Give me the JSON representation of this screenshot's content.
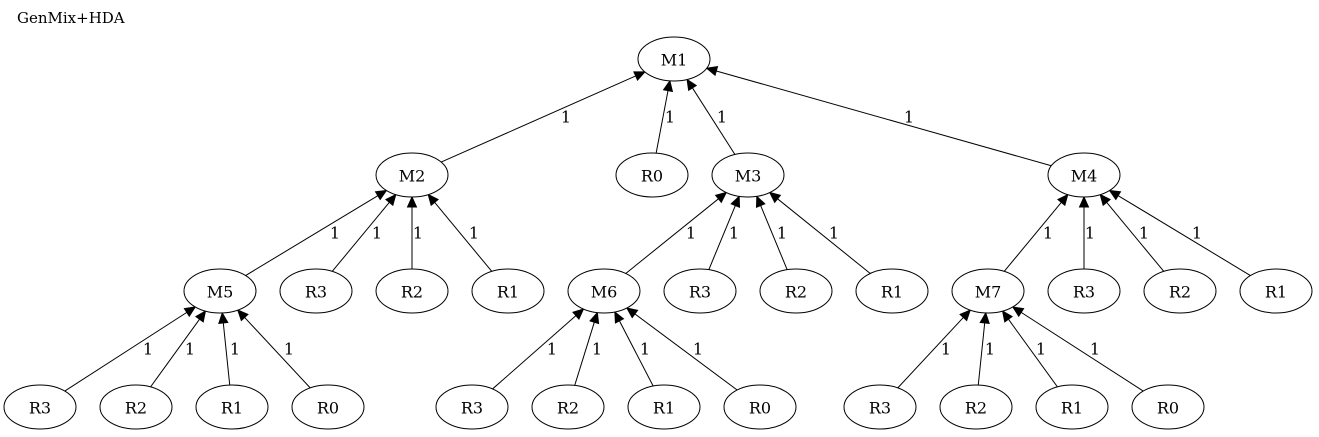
{
  "title": "GenMix+HDA",
  "nodes": [
    {
      "id": "m1",
      "label": "M1"
    },
    {
      "id": "m2",
      "label": "M2"
    },
    {
      "id": "r0_m1",
      "label": "R0"
    },
    {
      "id": "m3",
      "label": "M3"
    },
    {
      "id": "m4",
      "label": "M4"
    },
    {
      "id": "m5",
      "label": "M5"
    },
    {
      "id": "r3_m2",
      "label": "R3"
    },
    {
      "id": "r2_m2",
      "label": "R2"
    },
    {
      "id": "r1_m2",
      "label": "R1"
    },
    {
      "id": "m6",
      "label": "M6"
    },
    {
      "id": "r3_m3",
      "label": "R3"
    },
    {
      "id": "r2_m3",
      "label": "R2"
    },
    {
      "id": "r1_m3",
      "label": "R1"
    },
    {
      "id": "m7",
      "label": "M7"
    },
    {
      "id": "r3_m4",
      "label": "R3"
    },
    {
      "id": "r2_m4",
      "label": "R2"
    },
    {
      "id": "r1_m4",
      "label": "R1"
    },
    {
      "id": "r3_m5",
      "label": "R3"
    },
    {
      "id": "r2_m5",
      "label": "R2"
    },
    {
      "id": "r1_m5",
      "label": "R1"
    },
    {
      "id": "r0_m5",
      "label": "R0"
    },
    {
      "id": "r3_m6",
      "label": "R3"
    },
    {
      "id": "r2_m6",
      "label": "R2"
    },
    {
      "id": "r1_m6",
      "label": "R1"
    },
    {
      "id": "r0_m6",
      "label": "R0"
    },
    {
      "id": "r3_m7",
      "label": "R3"
    },
    {
      "id": "r2_m7",
      "label": "R2"
    },
    {
      "id": "r1_m7",
      "label": "R1"
    },
    {
      "id": "r0_m7",
      "label": "R0"
    }
  ],
  "edges": [
    {
      "from": "m2",
      "to": "m1",
      "label": "1"
    },
    {
      "from": "r0_m1",
      "to": "m1",
      "label": "1"
    },
    {
      "from": "m3",
      "to": "m1",
      "label": "1"
    },
    {
      "from": "m4",
      "to": "m1",
      "label": "1"
    },
    {
      "from": "m5",
      "to": "m2",
      "label": "1"
    },
    {
      "from": "r3_m2",
      "to": "m2",
      "label": "1"
    },
    {
      "from": "r2_m2",
      "to": "m2",
      "label": "1"
    },
    {
      "from": "r1_m2",
      "to": "m2",
      "label": "1"
    },
    {
      "from": "m6",
      "to": "m3",
      "label": "1"
    },
    {
      "from": "r3_m3",
      "to": "m3",
      "label": "1"
    },
    {
      "from": "r2_m3",
      "to": "m3",
      "label": "1"
    },
    {
      "from": "r1_m3",
      "to": "m3",
      "label": "1"
    },
    {
      "from": "m7",
      "to": "m4",
      "label": "1"
    },
    {
      "from": "r3_m4",
      "to": "m4",
      "label": "1"
    },
    {
      "from": "r2_m4",
      "to": "m4",
      "label": "1"
    },
    {
      "from": "r1_m4",
      "to": "m4",
      "label": "1"
    },
    {
      "from": "r3_m5",
      "to": "m5",
      "label": "1"
    },
    {
      "from": "r2_m5",
      "to": "m5",
      "label": "1"
    },
    {
      "from": "r1_m5",
      "to": "m5",
      "label": "1"
    },
    {
      "from": "r0_m5",
      "to": "m5",
      "label": "1"
    },
    {
      "from": "r3_m6",
      "to": "m6",
      "label": "1"
    },
    {
      "from": "r2_m6",
      "to": "m6",
      "label": "1"
    },
    {
      "from": "r1_m6",
      "to": "m6",
      "label": "1"
    },
    {
      "from": "r0_m6",
      "to": "m6",
      "label": "1"
    },
    {
      "from": "r3_m7",
      "to": "m7",
      "label": "1"
    },
    {
      "from": "r2_m7",
      "to": "m7",
      "label": "1"
    },
    {
      "from": "r1_m7",
      "to": "m7",
      "label": "1"
    },
    {
      "from": "r0_m7",
      "to": "m7",
      "label": "1"
    }
  ]
}
